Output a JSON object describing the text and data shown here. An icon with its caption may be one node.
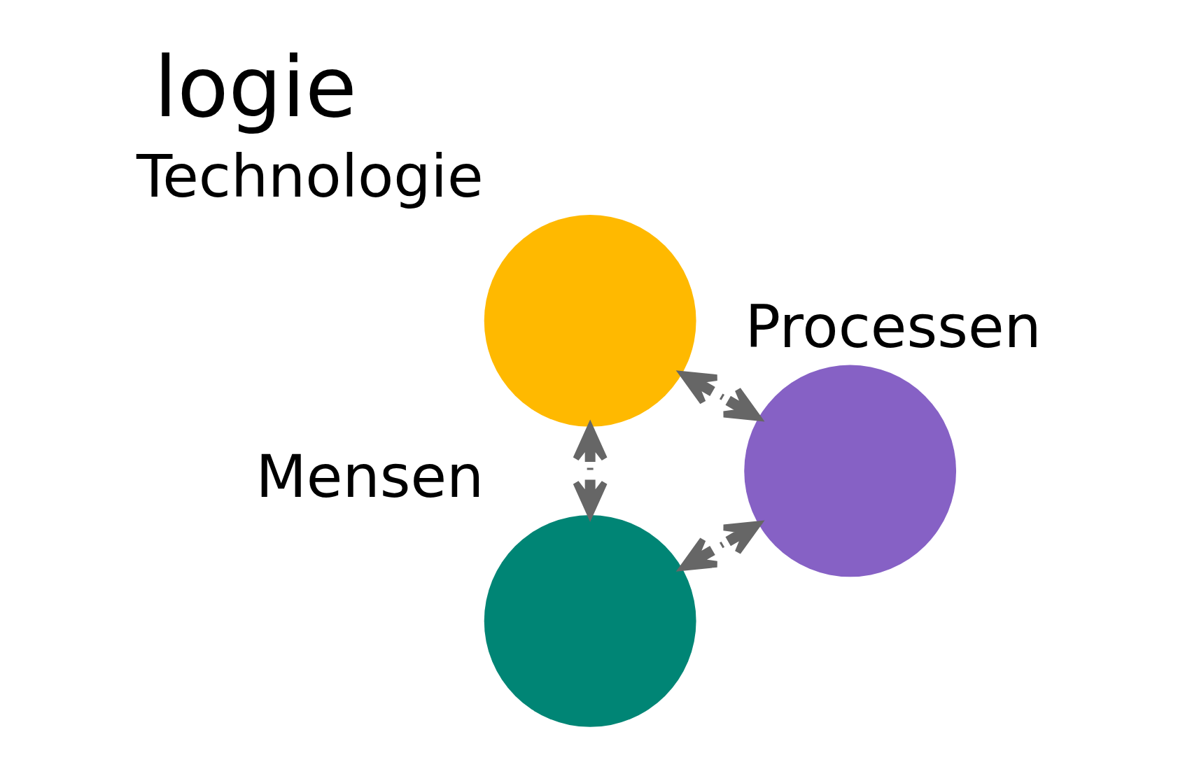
{
  "diagram": {
    "title": "logie",
    "nodes": [
      {
        "text": [],
        "shape": "circle",
        "beside": [
          "Mensen"
        ]
      },
      {
        "text": [],
        "shape": "circle",
        "beside": [
          "Technologie"
        ]
      },
      {
        "text": [],
        "shape": "circle",
        "beside": [
          "Processen"
        ]
      }
    ],
    "edges": [
      {
        "from": 0,
        "to": 1,
        "arrow": "both",
        "style": "dashed"
      },
      {
        "from": 0,
        "to": 2,
        "arrow": "both",
        "style": "dashed"
      },
      {
        "from": 1,
        "to": 2,
        "arrow": "both",
        "style": "dashed"
      }
    ]
  }
}
